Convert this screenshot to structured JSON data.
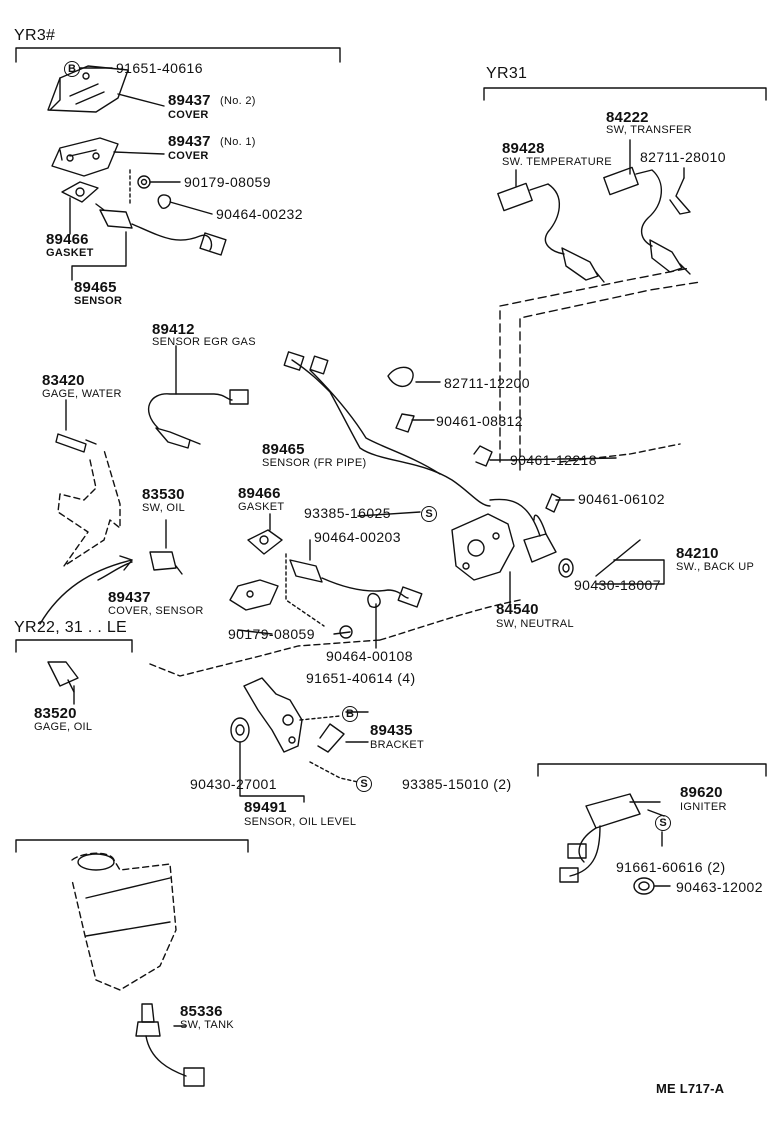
{
  "groups": {
    "yr3": "YR3#",
    "yr31": "YR31",
    "yr22": "YR22, 31 . . LE"
  },
  "callouts": {
    "p91651_40616": "91651-40616",
    "p89437_2_num": "89437",
    "p89437_2_qual": "(No. 2)",
    "p89437_2_desc": "COVER",
    "p89437_1_num": "89437",
    "p89437_1_qual": "(No. 1)",
    "p89437_1_desc": "COVER",
    "p90179_08059_a": "90179-08059",
    "p90464_00232": "90464-00232",
    "p89466_a_num": "89466",
    "p89466_a_desc": "GASKET",
    "p89465_a_num": "89465",
    "p89465_a_desc": "SENSOR",
    "p89428_num": "89428",
    "p89428_desc": "SW. TEMPERATURE",
    "p84222_num": "84222",
    "p84222_desc": "SW, TRANSFER",
    "p82711_28010": "82711-28010",
    "p89412_num": "89412",
    "p89412_desc": "SENSOR EGR GAS",
    "p82711_12200": "82711-12200",
    "p83420_num": "83420",
    "p83420_desc": "GAGE, WATER",
    "p90461_08312": "90461-08312",
    "p90461_12218": "90461-12218",
    "p89465_b_num": "89465",
    "p89465_b_desc": "SENSOR (FR PIPE)",
    "p83530_num": "83530",
    "p83530_desc": "SW, OIL",
    "p90461_06102": "90461-06102",
    "p89466_b_num": "89466",
    "p89466_b_desc": "GASKET",
    "p93385_16025": "93385-16025",
    "p90464_00203": "90464-00203",
    "p84210_num": "84210",
    "p84210_desc": "SW., BACK UP",
    "p90430_18007": "90430-18007",
    "p89437_3_num": "89437",
    "p89437_3_desc": "COVER, SENSOR",
    "p84540_num": "84540",
    "p84540_desc": "SW, NEUTRAL",
    "p90179_08059_b": "90179-08059",
    "p90464_00108": "90464-00108",
    "p83520_num": "83520",
    "p83520_desc": "GAGE, OIL",
    "p91651_40614": "91651-40614 (4)",
    "p89435_num": "89435",
    "p89435_desc": "BRACKET",
    "p90430_27001": "90430-27001",
    "p93385_15010": "93385-15010 (2)",
    "p89491_num": "89491",
    "p89491_desc": "SENSOR, OIL LEVEL",
    "p89620_num": "89620",
    "p89620_desc": "IGNITER",
    "p91661_60616": "91661-60616 (2)",
    "p90463_12002": "90463-12002",
    "p85336_num": "85336",
    "p85336_desc": "SW, TANK"
  },
  "markers": {
    "b": "B",
    "s": "S"
  },
  "footer": {
    "code": "ME  L717-A"
  }
}
